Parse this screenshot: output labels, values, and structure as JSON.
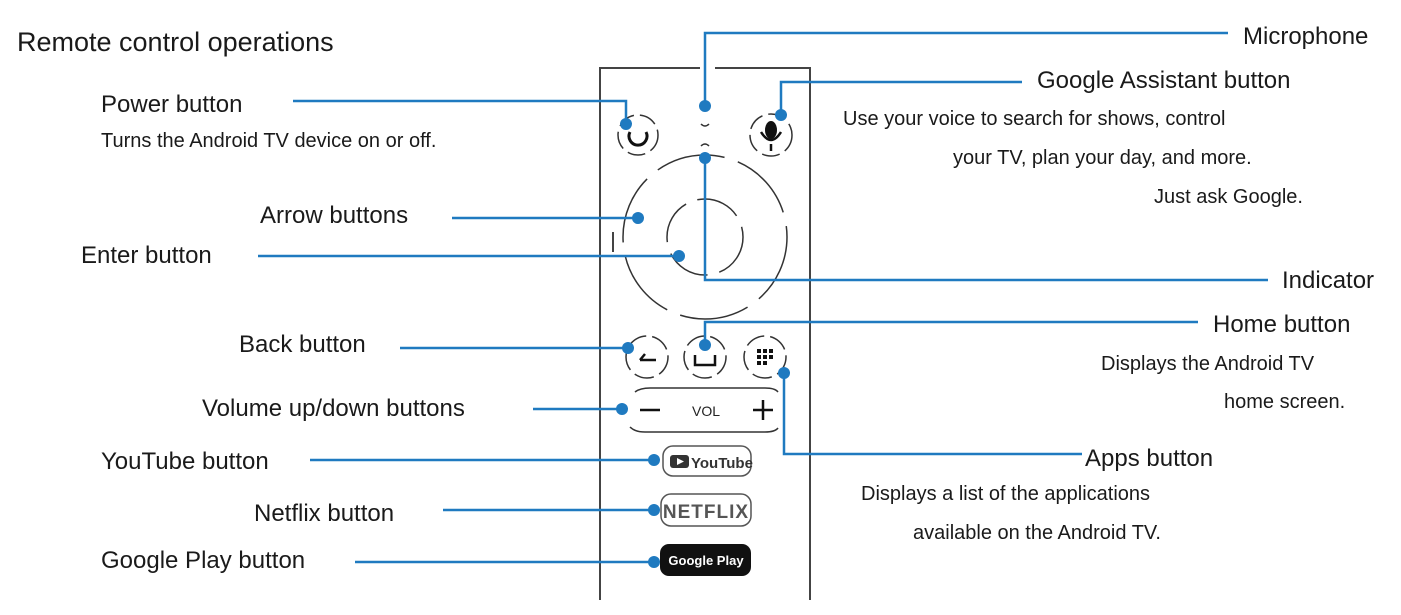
{
  "title": "Remote control operations",
  "accent_color": "#1f7ac0",
  "labels": {
    "microphone": "Microphone",
    "google_assistant": "Google Assistant button",
    "google_assistant_desc": [
      "Use your voice to search for shows, control",
      "your TV, plan your day, and more.",
      "Just ask Google."
    ],
    "power": "Power button",
    "power_desc": "Turns the Android TV device on or off.",
    "arrow": "Arrow buttons",
    "enter": "Enter button",
    "indicator": "Indicator",
    "home": "Home button",
    "home_desc": [
      "Displays the Android TV",
      "home screen."
    ],
    "back": "Back button",
    "volume": "Volume up/down buttons",
    "apps": "Apps button",
    "apps_desc": [
      "Displays a list of the applications",
      "available on the Android TV."
    ],
    "youtube": "YouTube button",
    "netflix": "Netflix button",
    "google_play": "Google Play button"
  },
  "remote": {
    "vol_label": "VOL",
    "vol_minus": "−",
    "vol_plus": "+",
    "youtube_text": "YouTube",
    "netflix_text": "NETFLIX",
    "google_play_text": "Google Play"
  }
}
